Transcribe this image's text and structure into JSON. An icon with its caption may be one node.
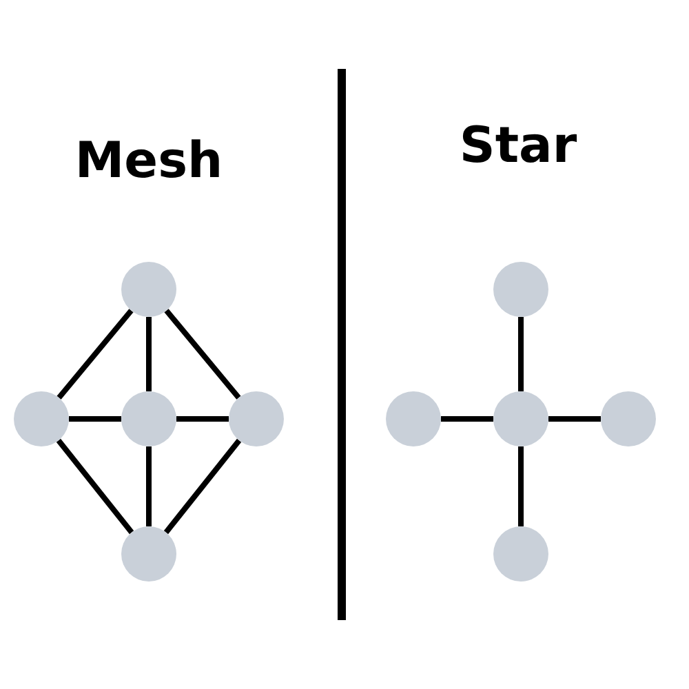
{
  "diagram": {
    "nodes": [
      {
        "text": [],
        "shape": "circle"
      },
      {
        "text": [],
        "shape": "circle"
      },
      {
        "text": [],
        "shape": "circle"
      },
      {
        "text": [],
        "shape": "circle"
      },
      {
        "text": [],
        "shape": "circle"
      },
      {
        "text": [],
        "shape": "circle"
      },
      {
        "text": [],
        "shape": "circle"
      },
      {
        "text": [],
        "shape": "circle"
      },
      {
        "text": [],
        "shape": "circle"
      },
      {
        "text": [],
        "shape": "circle"
      }
    ],
    "edges": [
      {
        "from": 0,
        "to": 1,
        "arrow": "none"
      },
      {
        "from": 0,
        "to": 2,
        "arrow": "none"
      },
      {
        "from": 0,
        "to": 3,
        "arrow": "none"
      },
      {
        "from": 1,
        "to": 2,
        "arrow": "none"
      },
      {
        "from": 2,
        "to": 3,
        "arrow": "none"
      },
      {
        "from": 1,
        "to": 4,
        "arrow": "none"
      },
      {
        "from": 2,
        "to": 4,
        "arrow": "none"
      },
      {
        "from": 3,
        "to": 4,
        "arrow": "none"
      },
      {
        "from": 7,
        "to": 5,
        "arrow": "none"
      },
      {
        "from": 7,
        "to": 6,
        "arrow": "none"
      },
      {
        "from": 7,
        "to": 8,
        "arrow": "none"
      },
      {
        "from": 7,
        "to": 9,
        "arrow": "none"
      }
    ],
    "labels": [
      "Mesh",
      "Star"
    ]
  }
}
